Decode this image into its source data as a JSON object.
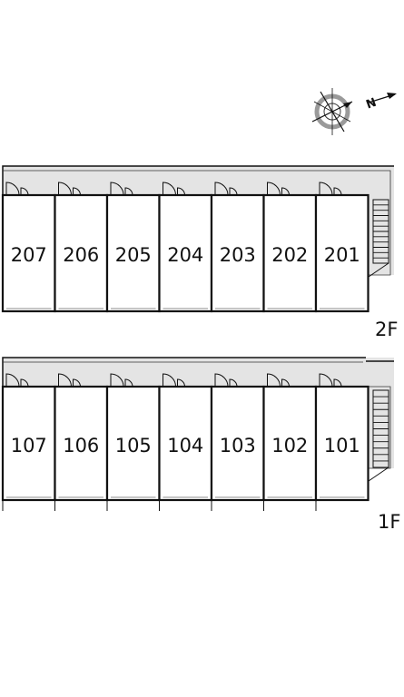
{
  "compass": {
    "north_label": "N",
    "icon": "compass-rose-icon"
  },
  "floors": [
    {
      "label": "2F",
      "units": [
        "207",
        "206",
        "205",
        "204",
        "203",
        "202",
        "201"
      ]
    },
    {
      "label": "1F",
      "units": [
        "107",
        "106",
        "105",
        "104",
        "103",
        "102",
        "101"
      ]
    }
  ],
  "colors": {
    "walkway": "#e4e4e4",
    "wall": "#111111",
    "background": "#ffffff"
  }
}
